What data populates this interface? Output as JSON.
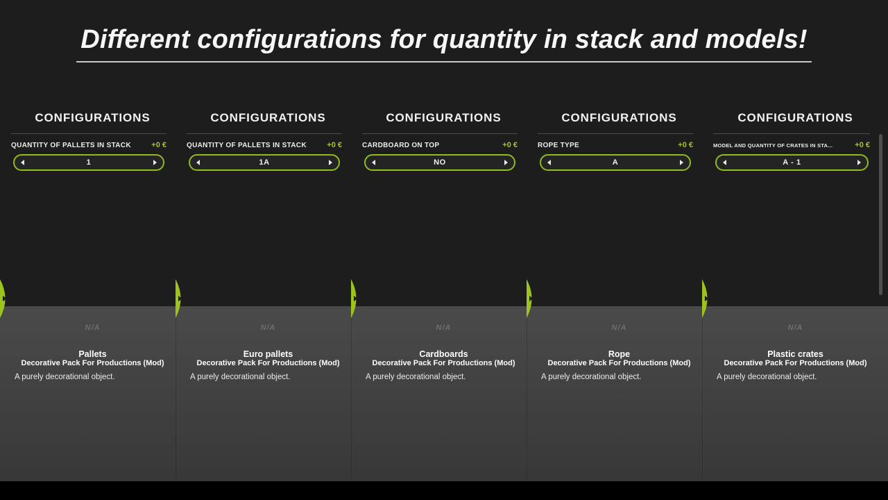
{
  "page": {
    "title": "Different configurations for quantity in stack and models!"
  },
  "colors": {
    "background": "#1d1d1d",
    "accent_green": "#8fbc20",
    "curl_green": "#9dc41d",
    "price_green": "#a6c32e",
    "info_band_top": "#4a4a4a",
    "info_band_bottom": "#383838",
    "letterbox": "#000000"
  },
  "icons": {
    "stepper_left_arrow": "left-pointing triangle",
    "stepper_right_arrow": "right-pointing triangle",
    "page_curl": "green leaf-shaped edge marker with dark right arrow"
  },
  "panels": [
    {
      "header": "CONFIGURATIONS",
      "option_label": "QUANTITY OF PALLETS IN STACK",
      "price": "+0 €",
      "value": "1",
      "na": "N/A",
      "item_name": "Pallets",
      "pack_name": "Decorative Pack For Productions (Mod)",
      "description": "A purely decorational object."
    },
    {
      "header": "CONFIGURATIONS",
      "option_label": "QUANTITY OF PALLETS IN STACK",
      "price": "+0 €",
      "value": "1A",
      "na": "N/A",
      "item_name": "Euro pallets",
      "pack_name": "Decorative Pack For Productions (Mod)",
      "description": "A purely decorational object."
    },
    {
      "header": "CONFIGURATIONS",
      "option_label": "CARDBOARD ON TOP",
      "price": "+0 €",
      "value": "NO",
      "na": "N/A",
      "item_name": "Cardboards",
      "pack_name": "Decorative Pack For Productions (Mod)",
      "description": "A purely decorational object."
    },
    {
      "header": "CONFIGURATIONS",
      "option_label": "ROPE TYPE",
      "price": "+0 €",
      "value": "A",
      "na": "N/A",
      "item_name": "Rope",
      "pack_name": "Decorative Pack For Productions (Mod)",
      "description": "A purely decorational object."
    },
    {
      "header": "CONFIGURATIONS",
      "option_label": "MODEL AND QUANTITY OF CRATES IN STA...",
      "price": "+0 €",
      "value": "A - 1",
      "na": "N/A",
      "item_name": "Plastic crates",
      "pack_name": "Decorative Pack For Productions (Mod)",
      "description": "A purely decorational object."
    }
  ]
}
